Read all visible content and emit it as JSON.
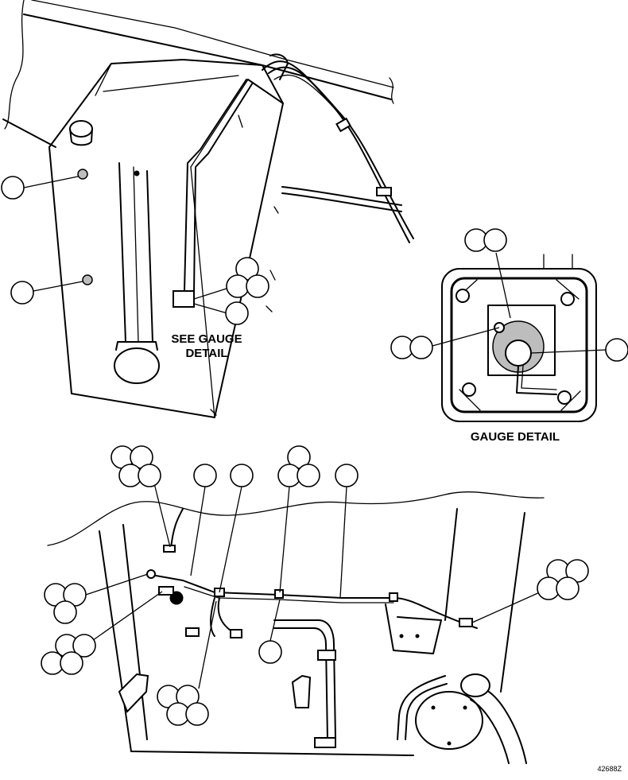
{
  "labels": {
    "see_gauge_line1": "SEE GAUGE",
    "see_gauge_line2": "DETAIL",
    "gauge_detail_title": "GAUGE DETAIL",
    "figure_number": "42688Z"
  }
}
